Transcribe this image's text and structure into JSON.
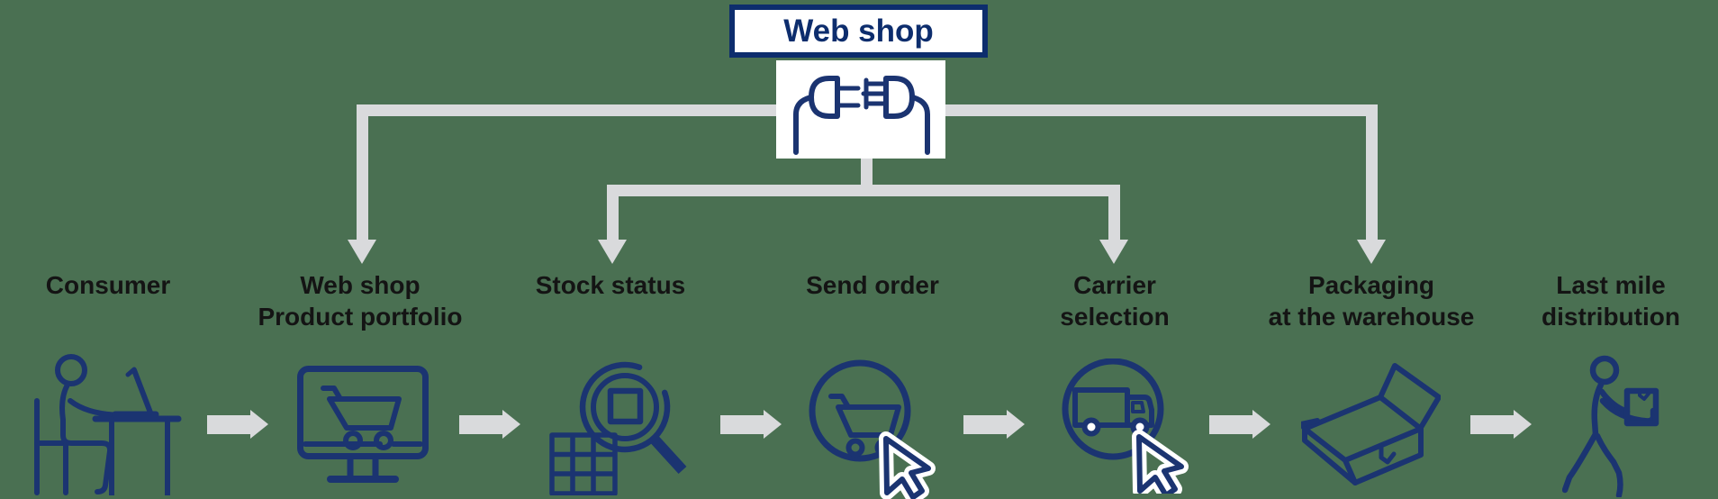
{
  "title_box": {
    "label": "Web shop"
  },
  "colors": {
    "background": "#4a7052",
    "icon_navy": "#1b3471",
    "title_navy": "#0d2d6d",
    "connector_gray": "#d9dadc",
    "label_text": "#141414",
    "panel_white": "#ffffff"
  },
  "connector": {
    "icon": "plug-connection-icon"
  },
  "stages": [
    {
      "name": "consumer",
      "lines": [
        "Consumer"
      ],
      "icon": "person-at-desk-icon",
      "connected_to_webshop": false
    },
    {
      "name": "web-shop-product-portfolio",
      "lines": [
        "Web shop",
        "Product portfolio"
      ],
      "icon": "monitor-cart-icon",
      "connected_to_webshop": true
    },
    {
      "name": "stock-status",
      "lines": [
        "Stock status"
      ],
      "icon": "magnifier-grid-icon",
      "connected_to_webshop": true
    },
    {
      "name": "send-order",
      "lines": [
        "Send order"
      ],
      "icon": "cart-click-icon",
      "connected_to_webshop": false
    },
    {
      "name": "carrier-selection",
      "lines": [
        "Carrier",
        "selection"
      ],
      "icon": "truck-click-icon",
      "connected_to_webshop": true
    },
    {
      "name": "packaging-at-warehouse",
      "lines": [
        "Packaging",
        "at the warehouse"
      ],
      "icon": "open-box-icon",
      "connected_to_webshop": true
    },
    {
      "name": "last-mile-distribution",
      "lines": [
        "Last mile",
        "distribution"
      ],
      "icon": "courier-walking-icon",
      "connected_to_webshop": false
    }
  ]
}
